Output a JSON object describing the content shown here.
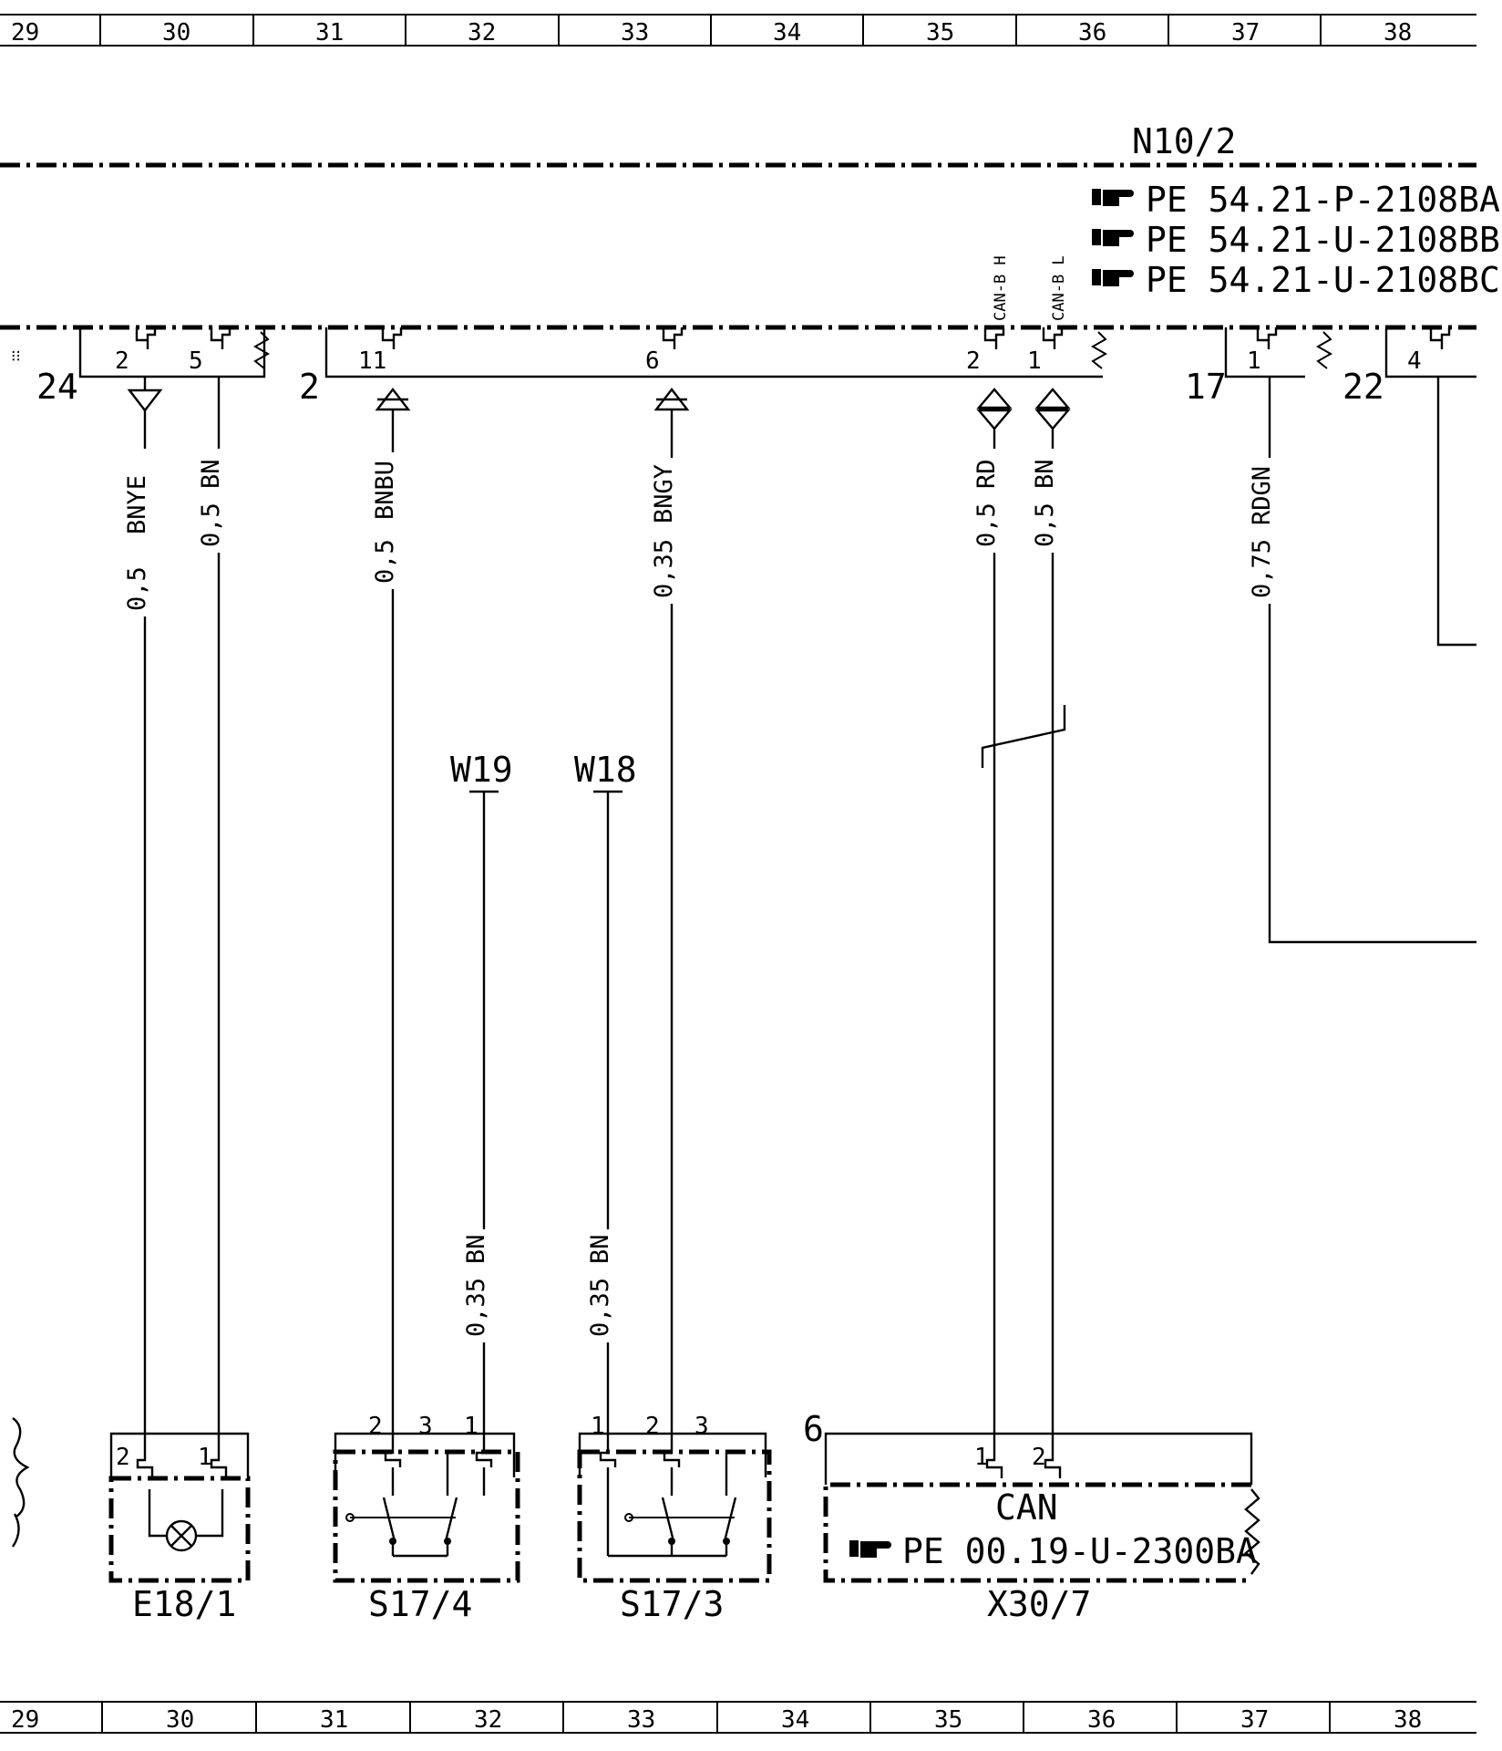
{
  "grid": {
    "columns": [
      "29",
      "30",
      "31",
      "32",
      "33",
      "34",
      "35",
      "36",
      "37",
      "38"
    ]
  },
  "module": {
    "name": "N10/2",
    "references": [
      "PE  54.21-P-2108BA",
      "PE  54.21-U-2108BB",
      "PE  54.21-U-2108BC"
    ],
    "can_h_label": "CAN-B H",
    "can_l_label": "CAN-B L"
  },
  "connectors": [
    {
      "id": "24",
      "pins": [
        "2",
        "5"
      ]
    },
    {
      "id": "2",
      "pins": [
        "11",
        "6",
        "2",
        "1"
      ]
    },
    {
      "id": "17",
      "pins": [
        "1"
      ]
    },
    {
      "id": "22",
      "pins": [
        "4"
      ]
    }
  ],
  "wires": [
    {
      "from_pin": "24/2",
      "size": "0,5",
      "color": "BNYE"
    },
    {
      "from_pin": "24/5",
      "size": "0,5",
      "color": "BN"
    },
    {
      "from_pin": "2/11",
      "size": "0,5",
      "color": "BNBU"
    },
    {
      "from_pin": "2/6",
      "size": "0,35",
      "color": "BNGY"
    },
    {
      "from_pin": "2/2",
      "size": "0,5",
      "color": "RD"
    },
    {
      "from_pin": "2/1",
      "size": "0,5",
      "color": "BN"
    },
    {
      "from_pin": "17/1",
      "size": "0,75",
      "color": "RDGN"
    },
    {
      "from_pin": "W19",
      "size": "0,35",
      "color": "BN"
    },
    {
      "from_pin": "W18",
      "size": "0,35",
      "color": "BN"
    }
  ],
  "grounds": [
    "W19",
    "W18"
  ],
  "components": [
    {
      "id": "E18/1",
      "pins": [
        "2",
        "1"
      ],
      "symbol": "lamp"
    },
    {
      "id": "S17/4",
      "pins": [
        "2",
        "3",
        "1"
      ],
      "symbol": "switch"
    },
    {
      "id": "S17/3",
      "pins": [
        "1",
        "2",
        "3"
      ],
      "symbol": "switch"
    },
    {
      "id": "X30/7",
      "connector": "6",
      "pins": [
        "1",
        "2"
      ],
      "label": "CAN",
      "reference": "PE  00.19-U-2300BA"
    }
  ]
}
